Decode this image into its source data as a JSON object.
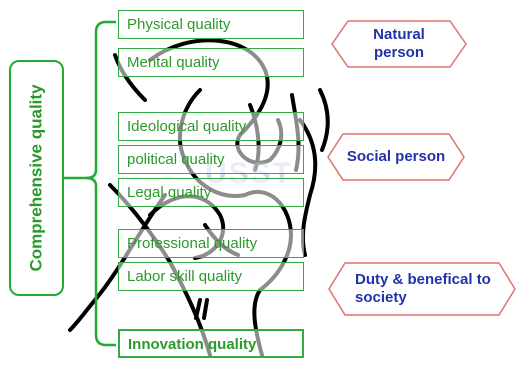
{
  "main_label": "Comprehensive quality",
  "qualities": [
    "Physical quality",
    "Mental quality",
    "Ideological quality",
    "political quality",
    "Legal quality",
    "Professional quality",
    "Labor skill quality",
    "Innovation quality"
  ],
  "categories": {
    "natural": "Natural person",
    "social": "Social person",
    "duty": "Duty & benefical to society"
  },
  "watermark": "USST",
  "colors": {
    "green": "#2a9a2a",
    "blue": "#2233aa",
    "hex_border": "#e07070"
  }
}
